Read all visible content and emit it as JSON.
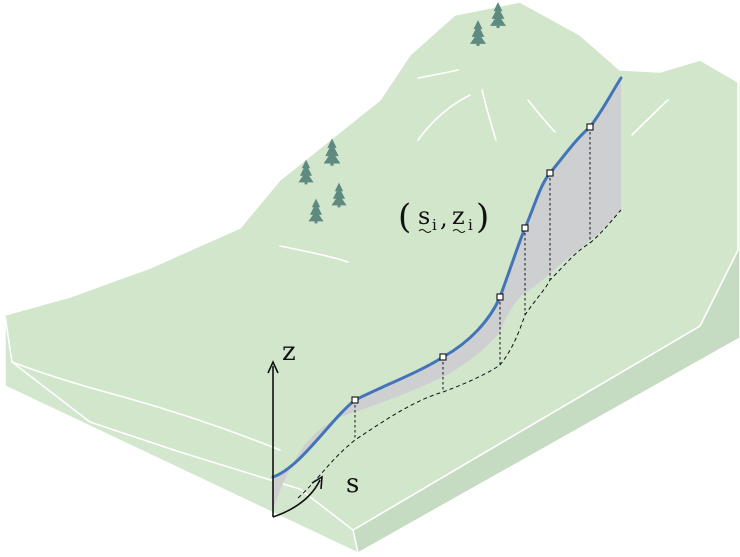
{
  "labels": {
    "point_open": "(",
    "point_s": "s",
    "point_s_sub": "i",
    "point_comma": ",",
    "point_z": "z",
    "point_z_sub": "i",
    "point_close": ")",
    "axis_z": "z",
    "axis_s": "s"
  },
  "colors": {
    "terrain_top": "#d2e6cc",
    "terrain_side": "#c6dcc2",
    "terrain_front": "#d3e6ce",
    "section_fill": "#cdcfd1",
    "profile_line": "#4474b8",
    "tree": "#5e8a80"
  },
  "icons": [
    "conifer-tree-icon"
  ]
}
